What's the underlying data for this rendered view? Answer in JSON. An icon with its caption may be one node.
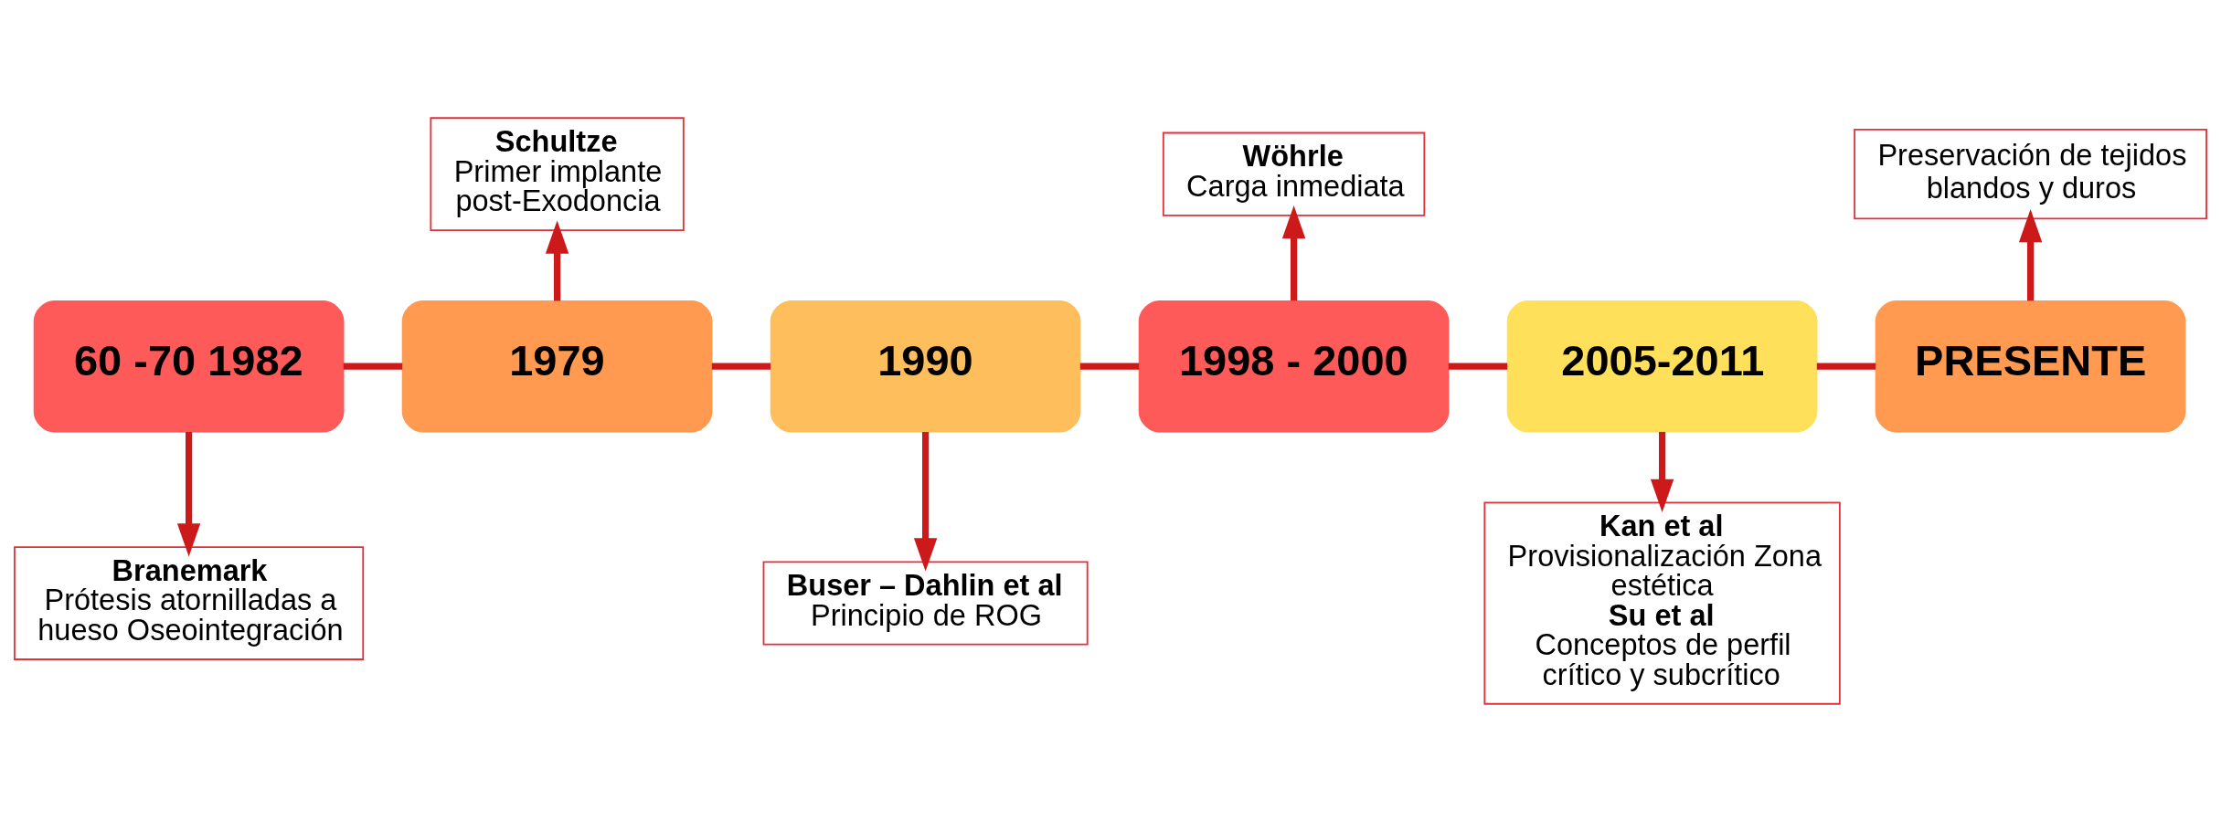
{
  "diagram": {
    "nodes": [
      {
        "text": [
          "60 -70 1982"
        ]
      },
      {
        "text": [
          "1979"
        ]
      },
      {
        "text": [
          "1990"
        ]
      },
      {
        "text": [
          "1998 - 2000"
        ]
      },
      {
        "text": [
          "2005-2011"
        ]
      },
      {
        "text": [
          "PRESENTE"
        ]
      },
      {
        "text": [
          "Schultze",
          "Primer implante post-Exodoncia"
        ]
      },
      {
        "text": [
          "Wöhrle",
          "Carga inmediata"
        ]
      },
      {
        "text": [
          "Preservación de tejidos blandos y duros"
        ]
      },
      {
        "text": [
          "Branemark",
          "Prótesis atornilladas a hueso Oseointegración"
        ]
      },
      {
        "text": [
          "Buser – Dahlin et al",
          "Principio de ROG"
        ]
      },
      {
        "text": [
          "Kan et al",
          "Provisionalización Zona estética",
          "Su et al",
          "Conceptos de perfil crítico y subcrítico"
        ]
      }
    ],
    "edges": [
      {
        "from": 0,
        "to": 1,
        "arrow": "none"
      },
      {
        "from": 1,
        "to": 2,
        "arrow": "none"
      },
      {
        "from": 2,
        "to": 3,
        "arrow": "none"
      },
      {
        "from": 3,
        "to": 4,
        "arrow": "none"
      },
      {
        "from": 4,
        "to": 5,
        "arrow": "none"
      },
      {
        "from": 0,
        "to": 9,
        "arrow": "to"
      },
      {
        "from": 1,
        "to": 6,
        "arrow": "to"
      },
      {
        "from": 2,
        "to": 10,
        "arrow": "to"
      },
      {
        "from": 3,
        "to": 7,
        "arrow": "to"
      },
      {
        "from": 4,
        "to": 11,
        "arrow": "to"
      },
      {
        "from": 5,
        "to": 8,
        "arrow": "to"
      }
    ]
  }
}
